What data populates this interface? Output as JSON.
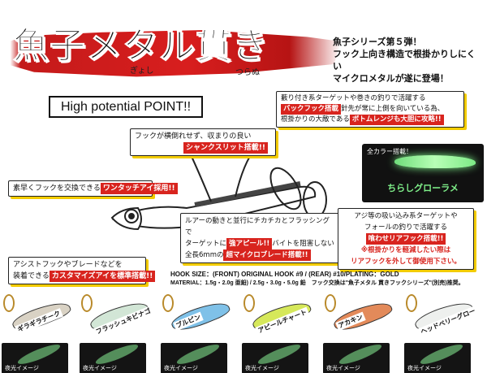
{
  "header": {
    "title": "魚子メタル貫き",
    "ruby_left": "ぎょし",
    "ruby_right": "つらぬ",
    "catch_lines": [
      "魚子シリーズ第５弾！",
      "フック上向き構造で根掛かりしにくい",
      "マイクロメタルが遂に登場！"
    ]
  },
  "badge": "High potential POINT!!",
  "callouts": {
    "slit": {
      "line1": "フックが横倒れせず、収まりの良い",
      "tag": "シャンクスリット搭載!!"
    },
    "eye": {
      "pre": "素早くフックを交換できる",
      "tag": "ワンタッチアイ採用!!"
    },
    "custom": {
      "line1": "アシストフックやブレードなどを",
      "pre": "装着できる",
      "tag": "カスタマイズアイを標準搭載!!"
    },
    "back": {
      "line1": "藪り付き系ターゲットや巻きの釣りで活躍する",
      "tag1": "バックフック搭載",
      "line2": "針先が常に上側を向いている為、",
      "line3": "根掛かりの大敵である",
      "tag2": "ボトムレンジも大胆に攻略!!"
    },
    "blade": {
      "line1": "ルアーの動きと並行にチカチカとフラッシングで",
      "pre2": "ターゲットに",
      "tag1": "強アピール!!",
      "post2": "バイトを阻害しない",
      "pre3": "全長6mmの",
      "tag2": "超マイクロブレード搭載!!"
    },
    "rear": {
      "line1": "アジ等の吸い込み系ターゲットや",
      "line2": "フォールの釣りで活躍する",
      "tag": "喰わせリアフック搭載!!",
      "note1": "※根掛かりを軽減したい際は",
      "note2": "リアフックを外して御使用下さい。"
    }
  },
  "glow": {
    "label": "全カラー搭載！",
    "name": "ちらしグローラメ"
  },
  "specs": {
    "hook": "HOOK SIZE：(FRONT) ORIGINAL HOOK #9 / (REAR) #10/PLATING：GOLD",
    "material": "MATERIAL：1.5g・2.0g 亜鉛) / 2.5g・3.0g・5.0g 鉛　フック交換は\"魚子メタル 貫きフックシリーズ\"(別売)推奨。"
  },
  "colors": [
    {
      "name": "ギラギラチーク",
      "color": "#d9d2c4",
      "night": "夜光イメージ"
    },
    {
      "name": "フラッシュキビナゴ",
      "color": "#d2e6d6",
      "night": "夜光イメージ"
    },
    {
      "name": "ブルピン",
      "color": "#7fc1e8",
      "night": "夜光イメージ"
    },
    {
      "name": "アピールチャート",
      "color": "#d6e85a",
      "night": "夜光イメージ"
    },
    {
      "name": "アカキン",
      "color": "#e38a5a",
      "night": "夜光イメージ"
    },
    {
      "name": "ヘッドベリーグロー",
      "color": "#eef0ee",
      "night": "夜光イメージ"
    }
  ],
  "accent": "#d8241e",
  "highlight": "#f3cc00"
}
